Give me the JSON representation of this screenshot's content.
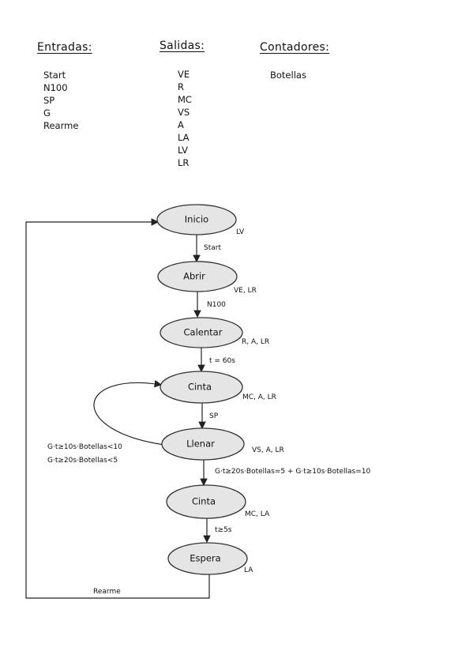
{
  "lists": {
    "entradas": {
      "title": "Entradas:",
      "items": [
        "Start",
        "N100",
        "SP",
        "G",
        "Rearme"
      ]
    },
    "salidas": {
      "title": "Salidas:",
      "items": [
        "VE",
        "R",
        "MC",
        "VS",
        "A",
        "LA",
        "LV",
        "LR"
      ]
    },
    "contadores": {
      "title": "Contadores:",
      "items": [
        "Botellas"
      ]
    }
  },
  "states": {
    "inicio": {
      "name": "Inicio",
      "outputs": "LV"
    },
    "abrir": {
      "name": "Abrir",
      "outputs": "VE, LR"
    },
    "calentar": {
      "name": "Calentar",
      "outputs": "R, A, LR"
    },
    "cinta1": {
      "name": "Cinta",
      "outputs": "MC, A, LR"
    },
    "llenar": {
      "name": "Llenar",
      "outputs": "VS, A, LR"
    },
    "cinta2": {
      "name": "Cinta",
      "outputs": "MC, LA"
    },
    "espera": {
      "name": "Espera",
      "outputs": "LA"
    }
  },
  "transitions": {
    "start": "Start",
    "n100": "N100",
    "t60": "t = 60s",
    "sp": "SP",
    "fill_loop_1": "G·t≥10s·Botellas<10",
    "fill_loop_2": "G·t≥20s·Botellas<5",
    "fill_done": "G·t≥20s·Botellas=5 + G·t≥10s·Botellas=10",
    "t5": "t≥5s",
    "rearme": "Rearme"
  }
}
